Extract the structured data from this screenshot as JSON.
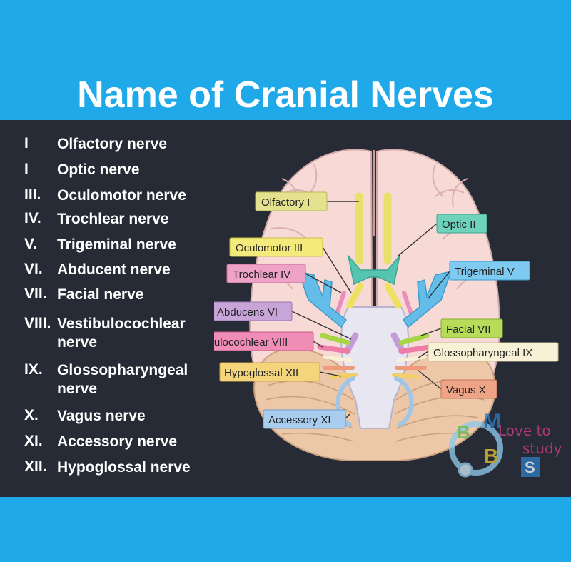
{
  "title": "Name of Cranial Nerves",
  "nerves": [
    {
      "numeral": "I",
      "name": "Olfactory nerve"
    },
    {
      "numeral": "I",
      "name": "Optic nerve"
    },
    {
      "numeral": "III.",
      "name": "Oculomotor nerve"
    },
    {
      "numeral": "IV.",
      "name": "Trochlear nerve"
    },
    {
      "numeral": "V.",
      "name": "Trigeminal nerve"
    },
    {
      "numeral": "VI.",
      "name": "Abducent nerve"
    },
    {
      "numeral": "VII.",
      "name": "Facial nerve"
    },
    {
      "numeral": "VIII.",
      "name": "Vestibulocochlear nerve"
    },
    {
      "numeral": "IX.",
      "name": "Glossopharyngeal nerve"
    },
    {
      "numeral": "X.",
      "name": "Vagus nerve"
    },
    {
      "numeral": "XI.",
      "name": "Accessory nerve"
    },
    {
      "numeral": "XII.",
      "name": "Hypoglossal nerve"
    }
  ],
  "labels": {
    "olfactory": "Olfactory I",
    "optic": "Optic II",
    "oculomotor": "Oculomotor III",
    "trochlear": "Trochlear IV",
    "trigeminal": "Trigeminal V",
    "abducens": "Abducens VI",
    "facial": "Facial VII",
    "vestibulocochlear": "Vestibulocochlear VIII",
    "glossopharyngeal": "Glossopharyngeal IX",
    "vagus": "Vagus X",
    "hypoglossal": "Hypoglossal XII",
    "accessory": "Accessory XI"
  },
  "watermark": {
    "line1": "Love to",
    "line2": "study",
    "letters": [
      "M",
      "B",
      "B",
      "S"
    ]
  },
  "colors": {
    "header": "#1fa9e8",
    "panel": "#262b35",
    "olfactory": "#e7e06a",
    "optic": "#55c4b0",
    "oculomotor": "#f0e060",
    "trochlear": "#e98fb9",
    "trigeminal": "#63bde8",
    "abducens": "#c49ad8",
    "facial": "#a8d544",
    "vestibulocochlear": "#ee7ba8",
    "glossopharyngeal": "#f8f1d6",
    "vagus": "#ef9a78",
    "hypoglossal": "#f2cf6a",
    "accessory": "#9fc6e8"
  }
}
